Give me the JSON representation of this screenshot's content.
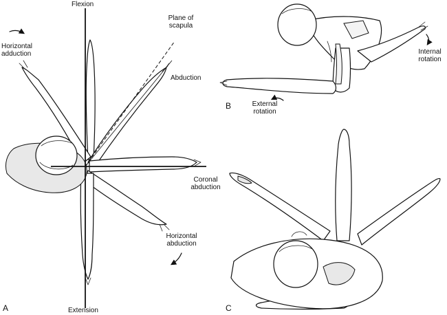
{
  "panels": {
    "a": "A",
    "b": "B",
    "c": "C"
  },
  "labels": {
    "flexion": "Flexion",
    "extension": "Extension",
    "plane_of_scapula_line1": "Plane of",
    "plane_of_scapula_line2": "scapula",
    "abduction": "Abduction",
    "horizontal_adduction_line1": "Horizontal",
    "horizontal_adduction_line2": "adduction",
    "coronal_abduction_line1": "Coronal",
    "coronal_abduction_line2": "abduction",
    "horizontal_abduction_line1": "Horizontal",
    "horizontal_abduction_line2": "abduction",
    "internal_rotation_line1": "Internal",
    "internal_rotation_line2": "rotation",
    "external_rotation_line1": "External",
    "external_rotation_line2": "rotation"
  }
}
